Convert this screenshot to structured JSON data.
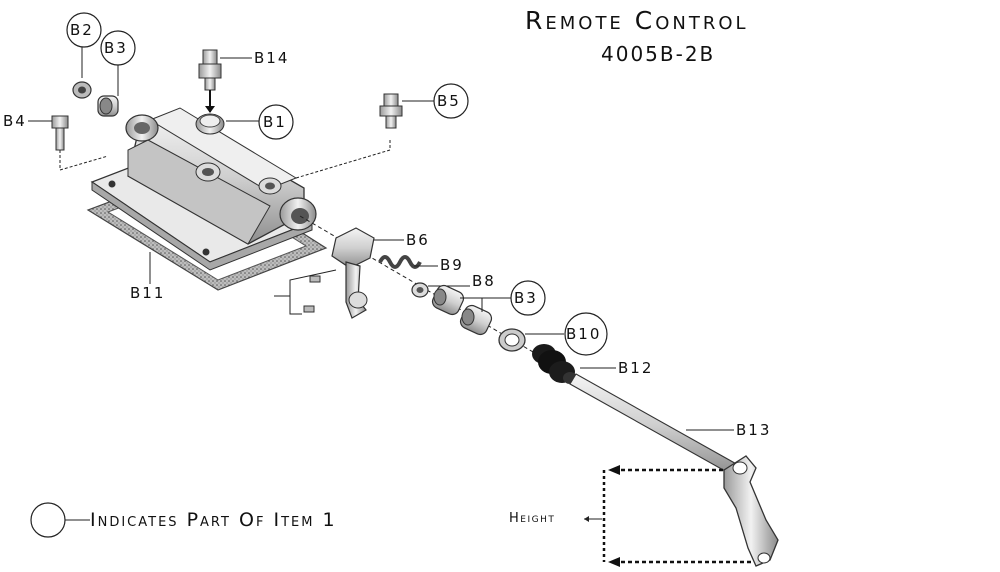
{
  "title": "Remote Control",
  "model": "4005B-2B",
  "legend": "Indicates Part Of Item 1",
  "height_label": "Height",
  "callouts": {
    "b1": "B1",
    "b2": "B2",
    "b3_top": "B3",
    "b4": "B4",
    "b5": "B5",
    "b6": "B6",
    "b8": "B8",
    "b9": "B9",
    "b3_mid": "B3",
    "b10": "B10",
    "b11": "B11",
    "b12": "B12",
    "b13": "B13",
    "b14": "B14"
  }
}
